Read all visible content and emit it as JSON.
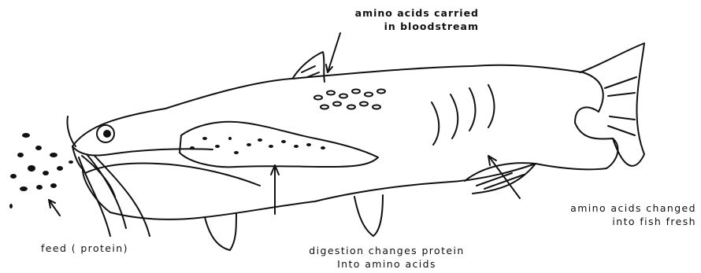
{
  "labels": {
    "amino_acids_carried": [
      "amino acids carried",
      "in bloodstream"
    ],
    "feed": "feed ( protein)",
    "digestion": [
      "digestion changes protein",
      "Into amino acids"
    ],
    "amino_acids_changed": [
      "amino acids changed",
      "into fish fresh"
    ]
  },
  "colors": {
    "ink": "#111111",
    "background": "#ffffff"
  }
}
